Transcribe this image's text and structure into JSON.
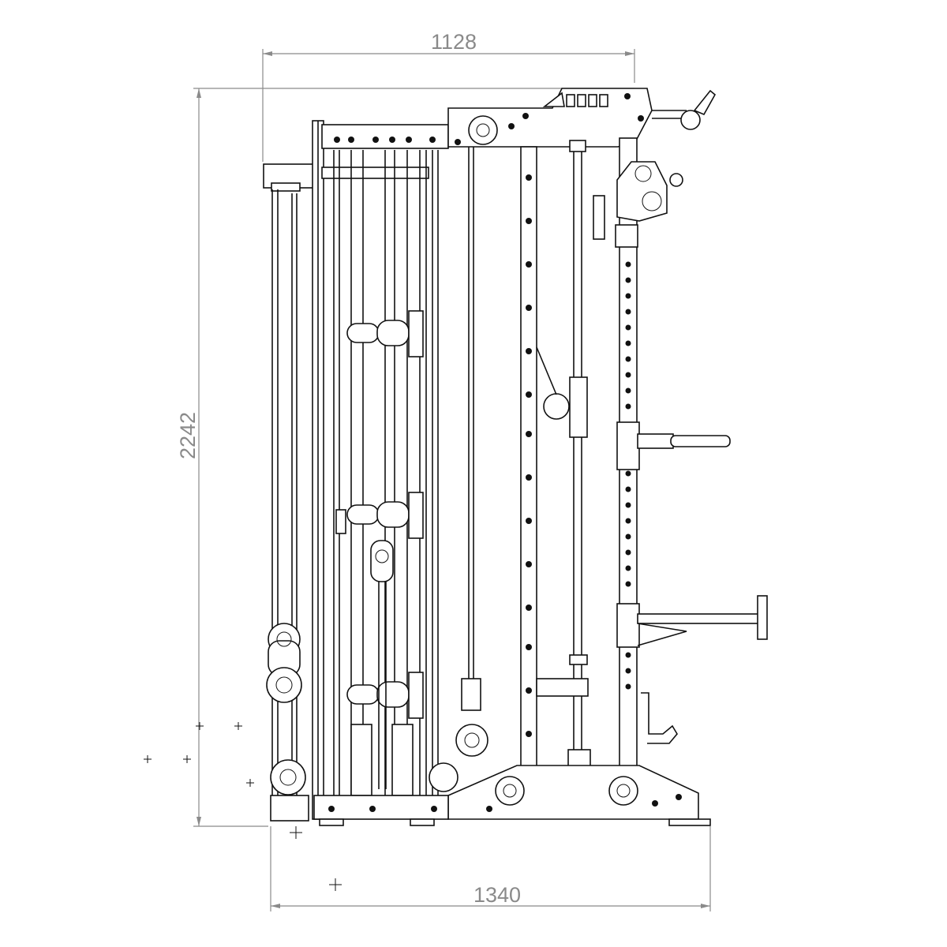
{
  "dimensions": {
    "top_width": "1128",
    "height": "2242",
    "bottom_width": "1340"
  },
  "colors": {
    "dimension_line": "#8a8a8a",
    "line_art": "#111111",
    "background": "#ffffff"
  }
}
